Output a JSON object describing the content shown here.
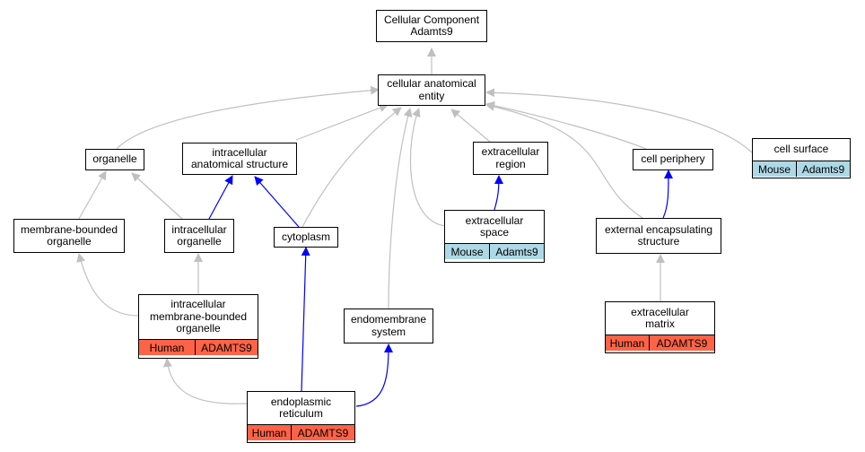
{
  "colors": {
    "mouse_bg": "#add8e6",
    "human_bg": "#ff6347",
    "edge_grey": "#c0c0c0",
    "edge_blue": "#0000ff"
  },
  "nodes": {
    "root": {
      "label": "Cellular Component\nAdamts9"
    },
    "cae": {
      "label": "cellular anatomical\nentity"
    },
    "organelle": {
      "label": "organelle"
    },
    "ias": {
      "label": "intracellular\nanatomical structure"
    },
    "exreg": {
      "label": "extracellular\nregion"
    },
    "cellper": {
      "label": "cell periphery"
    },
    "cellsurf": {
      "label": "cell surface",
      "species": "Mouse",
      "gene": "Adamts9"
    },
    "mbo": {
      "label": "membrane-bounded\norganelle"
    },
    "icorg": {
      "label": "intracellular\norganelle"
    },
    "cyto": {
      "label": "cytoplasm"
    },
    "exspace": {
      "label": "extracellular\nspace",
      "species": "Mouse",
      "gene": "Adamts9"
    },
    "ecs": {
      "label": "external encapsulating\nstructure"
    },
    "imbo": {
      "label": "intracellular\nmembrane-bounded\norganelle",
      "species": "Human",
      "gene": "ADAMTS9"
    },
    "endo": {
      "label": "endomembrane\nsystem"
    },
    "exmat": {
      "label": "extracellular\nmatrix",
      "species": "Human",
      "gene": "ADAMTS9"
    },
    "er": {
      "label": "endoplasmic\nreticulum",
      "species": "Human",
      "gene": "ADAMTS9"
    }
  }
}
